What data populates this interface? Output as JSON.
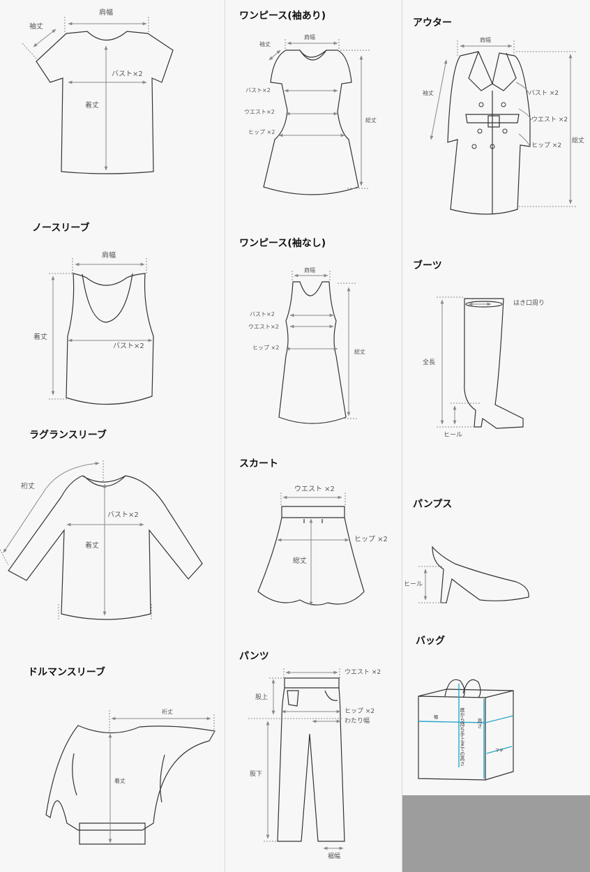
{
  "sections": {
    "tshirt": {
      "title": "",
      "labels": {
        "shoulder": "肩幅",
        "sleeve": "袖丈",
        "bust": "バスト×2",
        "length": "着丈"
      }
    },
    "sleeveless": {
      "title": "ノースリーブ",
      "labels": {
        "shoulder": "肩幅",
        "length": "着丈",
        "bust": "バスト×2"
      }
    },
    "raglan": {
      "title": "ラグランスリーブ",
      "labels": {
        "yuki": "裄丈",
        "bust": "バスト×2",
        "length": "着丈"
      }
    },
    "dolman": {
      "title": "ドルマンスリーブ",
      "labels": {
        "yuki": "裄丈",
        "length": "着丈"
      }
    },
    "onepiece_sleeved": {
      "title": "ワンピース(袖あり)",
      "labels": {
        "shoulder": "肩幅",
        "sleeve": "袖丈",
        "bust": "バスト×2",
        "waist": "ウエスト×2",
        "hip": "ヒップ ×2",
        "total": "総丈"
      }
    },
    "onepiece_sleeveless": {
      "title": "ワンピース(袖なし)",
      "labels": {
        "shoulder": "肩幅",
        "bust": "バスト×2",
        "waist": "ウエスト×2",
        "hip": "ヒップ ×2",
        "total": "総丈"
      }
    },
    "skirt": {
      "title": "スカート",
      "labels": {
        "waist": "ウエスト ×2",
        "hip": "ヒップ ×2",
        "total": "総丈"
      }
    },
    "pants": {
      "title": "パンツ",
      "labels": {
        "waist": "ウエスト ×2",
        "rise": "股上",
        "hip": "ヒップ ×2",
        "thigh": "わたり幅",
        "inseam": "股下",
        "hem": "裾幅"
      }
    },
    "outer": {
      "title": "アウター",
      "labels": {
        "shoulder": "肩幅",
        "sleeve": "袖丈",
        "bust": "バスト ×2",
        "waist": "ウエスト ×2",
        "hip": "ヒップ ×2",
        "total": "総丈"
      }
    },
    "boots": {
      "title": "ブーツ",
      "labels": {
        "opening": "はき口周り",
        "full": "全長",
        "heel": "ヒール"
      }
    },
    "pumps": {
      "title": "パンプス",
      "labels": {
        "heel": "ヒール"
      }
    },
    "bag": {
      "title": "バッグ",
      "labels": {
        "width": "幅",
        "height_handle": "底から持ち手上までの高さ",
        "height": "高さ",
        "gusset": "マチ"
      }
    }
  },
  "colors": {
    "line": "#333333",
    "arrow": "#888888",
    "bag_accent": "#2aa7c9",
    "divider": "#d8d8d8",
    "gray_block": "#9d9d9d"
  }
}
